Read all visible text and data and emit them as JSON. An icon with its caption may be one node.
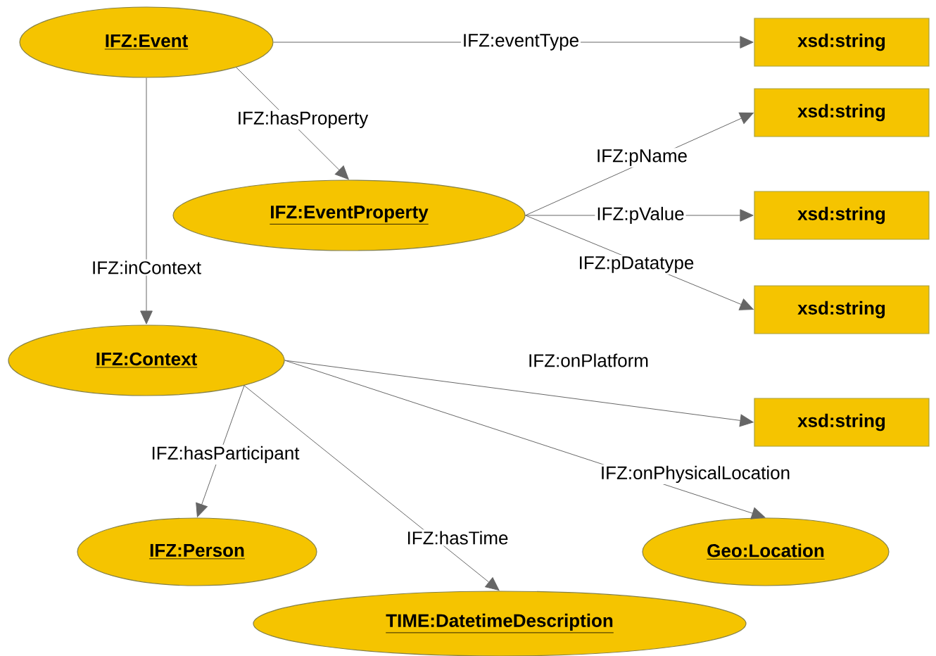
{
  "diagram": {
    "nodes": [
      {
        "text": [
          "IFZ:Event"
        ]
      },
      {
        "text": [
          "xsd:string"
        ]
      },
      {
        "text": [
          "xsd:string"
        ]
      },
      {
        "text": [
          "IFZ:EventProperty"
        ]
      },
      {
        "text": [
          "xsd:string"
        ]
      },
      {
        "text": [
          "xsd:string"
        ]
      },
      {
        "text": [
          "IFZ:Context"
        ]
      },
      {
        "text": [
          "xsd:string"
        ]
      },
      {
        "text": [
          "IFZ:Person"
        ]
      },
      {
        "text": [
          "Geo:Location"
        ]
      },
      {
        "text": [
          "TIME:DatetimeDescription"
        ]
      }
    ],
    "edges": [
      {
        "from": 0,
        "to": 1,
        "arrow": "to",
        "label": "IFZ:eventType"
      },
      {
        "from": 0,
        "to": 3,
        "arrow": "to",
        "label": "IFZ:hasProperty"
      },
      {
        "from": 0,
        "to": 6,
        "arrow": "to",
        "label": "IFZ:inContext"
      },
      {
        "from": 3,
        "to": 2,
        "arrow": "to",
        "label": "IFZ:pName"
      },
      {
        "from": 3,
        "to": 4,
        "arrow": "to",
        "label": "IFZ:pValue"
      },
      {
        "from": 3,
        "to": 5,
        "arrow": "to",
        "label": "IFZ:pDatatype"
      },
      {
        "from": 6,
        "to": 7,
        "arrow": "to",
        "label": "IFZ:onPlatform"
      },
      {
        "from": 6,
        "to": 8,
        "arrow": "to",
        "label": "IFZ:hasParticipant"
      },
      {
        "from": 6,
        "to": 10,
        "arrow": "to",
        "label": "IFZ:hasTime"
      },
      {
        "from": 6,
        "to": 9,
        "arrow": "to",
        "label": "IFZ:onPhysicalLocation"
      }
    ]
  }
}
